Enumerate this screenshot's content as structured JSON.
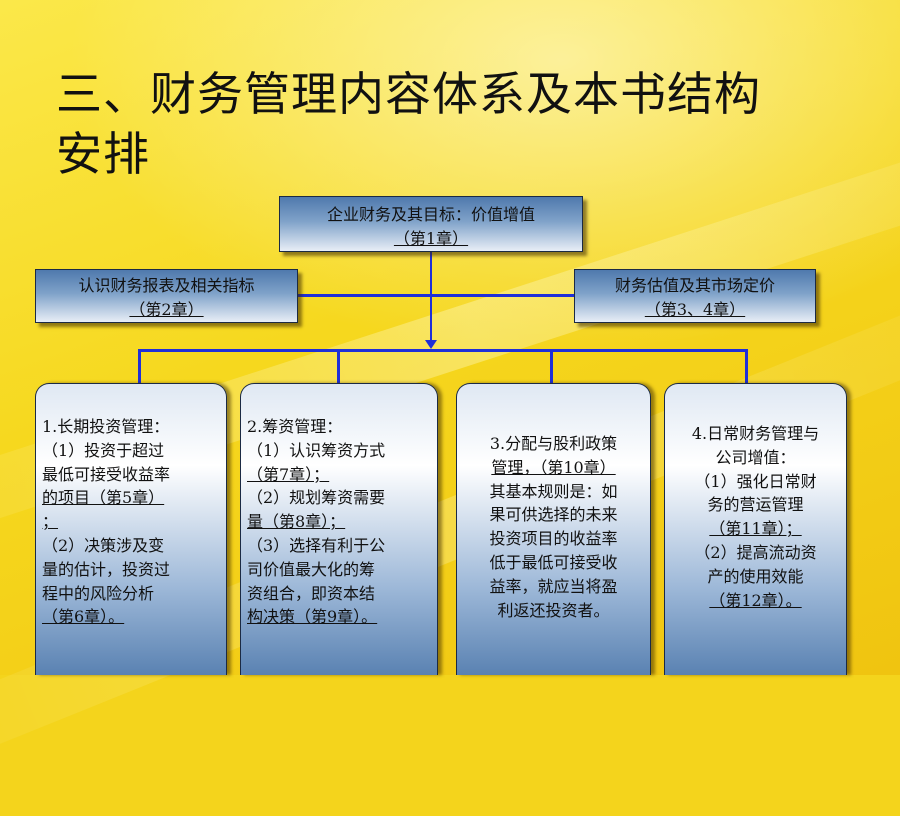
{
  "title": {
    "line1": "三、财务管理内容体系及本书结构",
    "line2": "安排"
  },
  "top_box": {
    "text": "企业财务及其目标：价值增值",
    "chapter": "（第1章）"
  },
  "left_box": {
    "text": "认识财务报表及相关指标",
    "chapter": "（第2章）"
  },
  "right_box": {
    "text": "财务估值及其市场定价",
    "chapter": "（第3、4章）"
  },
  "cards": [
    {
      "lines": [
        "1.长期投资管理：",
        "（1）投资于超过",
        "最低可接受收益率",
        "的项目（第5章）",
        "；",
        "（2）决策涉及变",
        "量的估计，投资过",
        "程中的风险分析",
        "（第6章）。"
      ]
    },
    {
      "lines": [
        "2.筹资管理：",
        "（1）认识筹资方式",
        "（第7章）；",
        "（2）规划筹资需要",
        "量（第8章）；",
        "（3）选择有利于公",
        "司价值最大化的筹",
        "资组合，即资本结",
        "构决策（第9章）。"
      ]
    },
    {
      "lines": [
        "3.分配与股利政策",
        "管理，（第10章）",
        "其基本规则是：如",
        "果可供选择的未来",
        "投资项目的收益率",
        "低于最低可接受收",
        "益率，就应当将盈",
        "利返还投资者。"
      ]
    },
    {
      "lines": [
        "4.日常财务管理与",
        "公司增值：",
        "（1）强化日常财",
        "务的营运管理",
        "（第11章）；",
        "（2）提高流动资",
        "产的使用效能",
        "（第12章）。"
      ]
    }
  ]
}
